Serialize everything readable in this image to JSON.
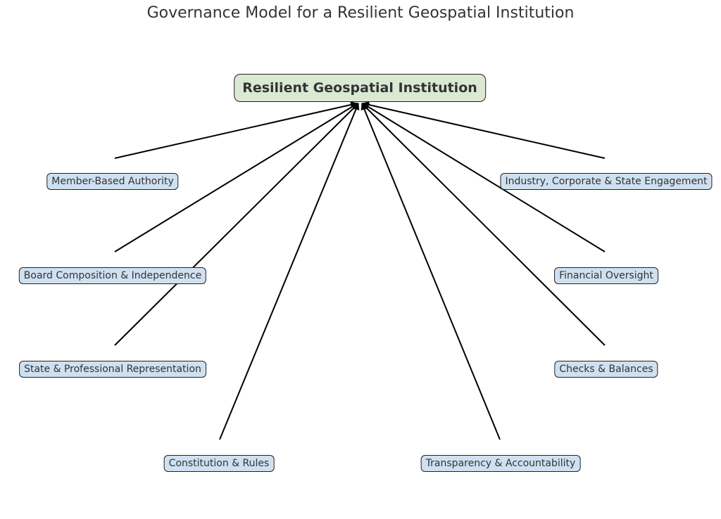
{
  "title": "Governance Model for a Resilient Geospatial Institution",
  "root": {
    "label": "Resilient Geospatial Institution",
    "color": "#d9e9d3"
  },
  "node_color": "#cfe0f1",
  "nodes": [
    {
      "id": "member",
      "label": "Member-Based Authority"
    },
    {
      "id": "board",
      "label": "Board Composition & Independence"
    },
    {
      "id": "state",
      "label": "State & Professional Representation"
    },
    {
      "id": "constitution",
      "label": "Constitution & Rules"
    },
    {
      "id": "transparency",
      "label": "Transparency & Accountability"
    },
    {
      "id": "checks",
      "label": "Checks & Balances"
    },
    {
      "id": "financial",
      "label": "Financial Oversight"
    },
    {
      "id": "industry",
      "label": "Industry, Corporate & State Engagement"
    }
  ],
  "edges": [
    {
      "from": "member",
      "to": "root"
    },
    {
      "from": "board",
      "to": "root"
    },
    {
      "from": "state",
      "to": "root"
    },
    {
      "from": "constitution",
      "to": "root"
    },
    {
      "from": "transparency",
      "to": "root"
    },
    {
      "from": "checks",
      "to": "root"
    },
    {
      "from": "financial",
      "to": "root"
    },
    {
      "from": "industry",
      "to": "root"
    }
  ]
}
